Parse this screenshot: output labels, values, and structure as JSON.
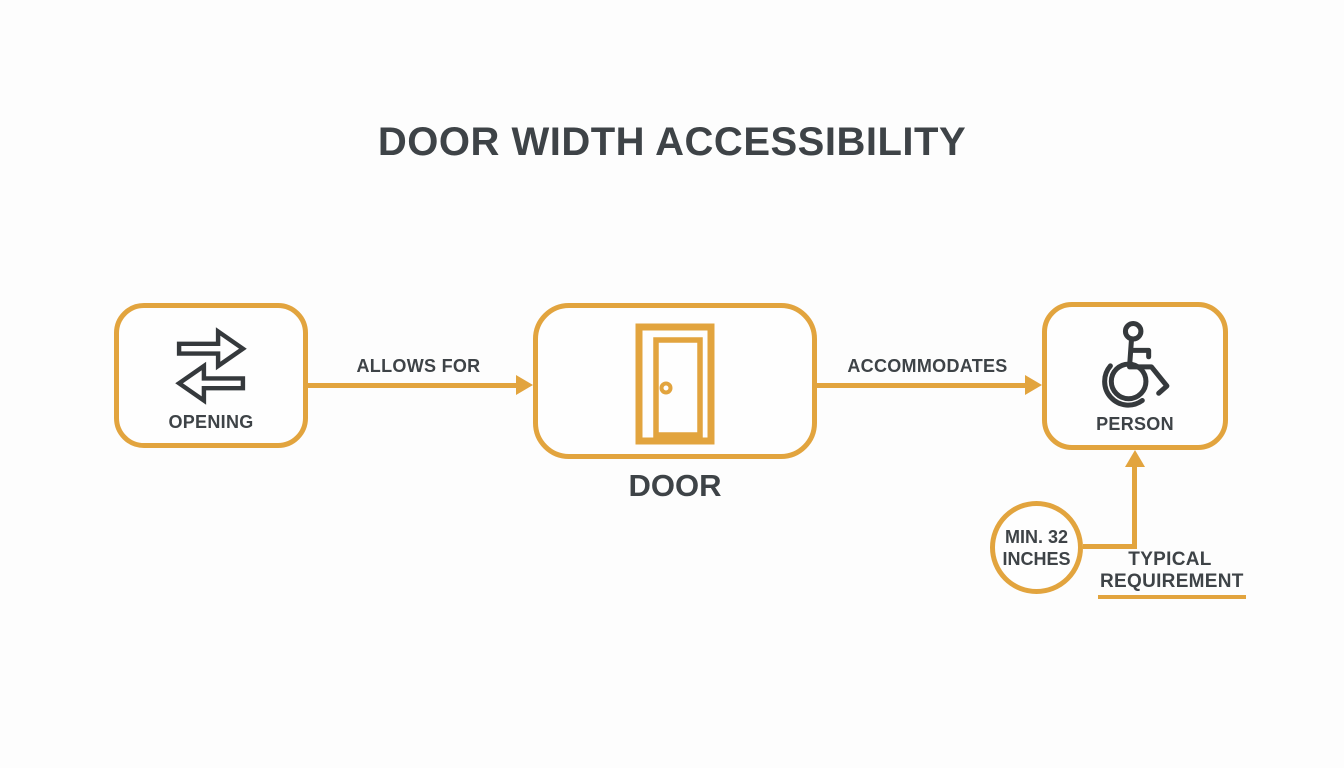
{
  "title": "DOOR WIDTH ACCESSIBILITY",
  "colors": {
    "accent_orange": "#e2a43e",
    "ink_dark": "#3e4347",
    "background": "#fdfdfd"
  },
  "nodes": {
    "opening": {
      "label": "OPENING",
      "icon": "transfer-arrows-icon"
    },
    "door": {
      "label": "DOOR",
      "icon": "door-icon"
    },
    "person": {
      "label": "PERSON",
      "icon": "wheelchair-icon"
    }
  },
  "edges": {
    "allows_for": {
      "label": "ALLOWS FOR"
    },
    "accommodates": {
      "label": "ACCOMMODATES"
    }
  },
  "annotation": {
    "circle_line1": "MIN. 32",
    "circle_line2": "INCHES",
    "note_line1": "TYPICAL",
    "note_line2": "REQUIREMENT"
  }
}
